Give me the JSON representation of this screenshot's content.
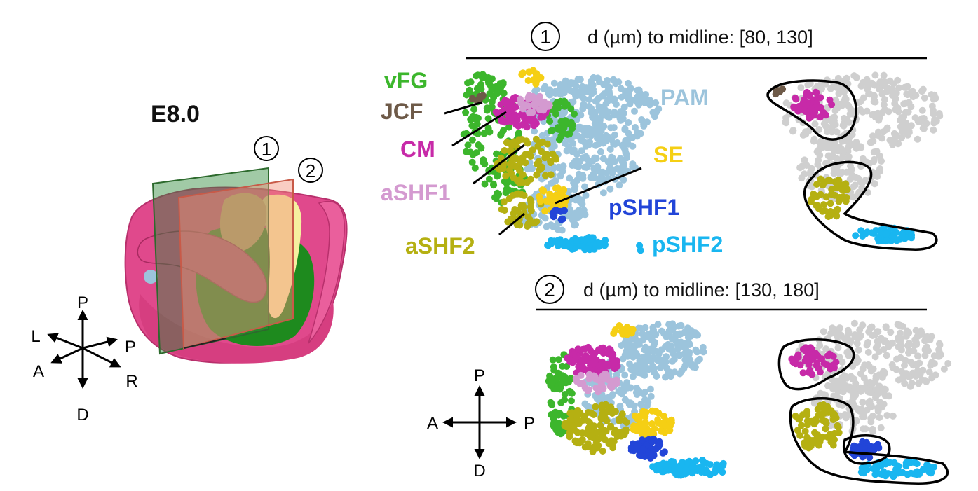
{
  "left_panel": {
    "stage_title": "E8.0",
    "plane_1_marker": "1",
    "plane_2_marker": "2",
    "axes": {
      "up": "P",
      "down": "D",
      "left_upper": "L",
      "left_lower": "A",
      "right_upper": "P",
      "right_lower": "R"
    }
  },
  "section_1": {
    "marker": "1",
    "heading": "d (µm) to midline: [80, 130]",
    "labels": {
      "vFG": "vFG",
      "JCF": "JCF",
      "CM": "CM",
      "aSHF1": "aSHF1",
      "aSHF2": "aSHF2",
      "PAM": "PAM",
      "SE": "SE",
      "pSHF1": "pSHF1",
      "pSHF2": "pSHF2"
    }
  },
  "section_2": {
    "marker": "2",
    "heading": "d (µm) to midline: [130, 180]"
  },
  "bottom_axes": {
    "up": "P",
    "down": "D",
    "left": "A",
    "right": "P"
  },
  "colors": {
    "vFG": "#3cb62c",
    "JCF": "#6e5a48",
    "CM": "#c72aa8",
    "aSHF1": "#d49ad0",
    "aSHF2": "#b5b012",
    "PAM": "#9cc4dc",
    "SE": "#f5cf14",
    "pSHF1": "#2245d8",
    "pSHF2": "#19b6f0",
    "heart_pink": "#e0498c",
    "gray_bg": "#cfcfcf"
  }
}
